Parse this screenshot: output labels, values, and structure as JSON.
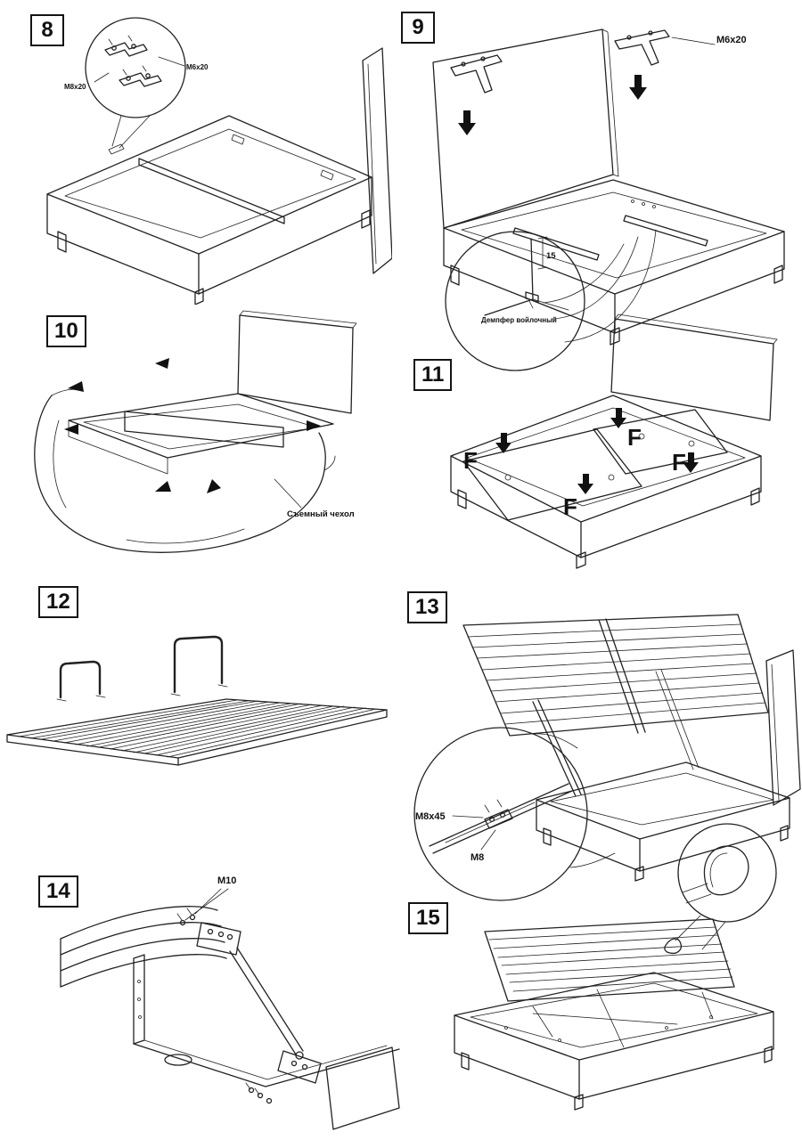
{
  "colors": {
    "line": "#222222",
    "background": "#ffffff"
  },
  "steps": {
    "step8": {
      "number": "8",
      "labels": {
        "bolt_left": "M8x20",
        "bolt_right": "M6x20"
      }
    },
    "step9": {
      "number": "9",
      "labels": {
        "bolt": "M6x20",
        "dimension": "15",
        "damper": "Демпфер войлочный"
      }
    },
    "step10": {
      "number": "10",
      "labels": {
        "cover": "Съемный чехол"
      }
    },
    "step11": {
      "number": "11",
      "labels": {
        "f1": "F",
        "f2": "F",
        "f3": "F",
        "f4": "F"
      }
    },
    "step12": {
      "number": "12"
    },
    "step13": {
      "number": "13",
      "labels": {
        "bolt": "M8x45",
        "nut": "M8"
      }
    },
    "step14": {
      "number": "14",
      "labels": {
        "bolt": "M10"
      }
    },
    "step15": {
      "number": "15"
    }
  }
}
